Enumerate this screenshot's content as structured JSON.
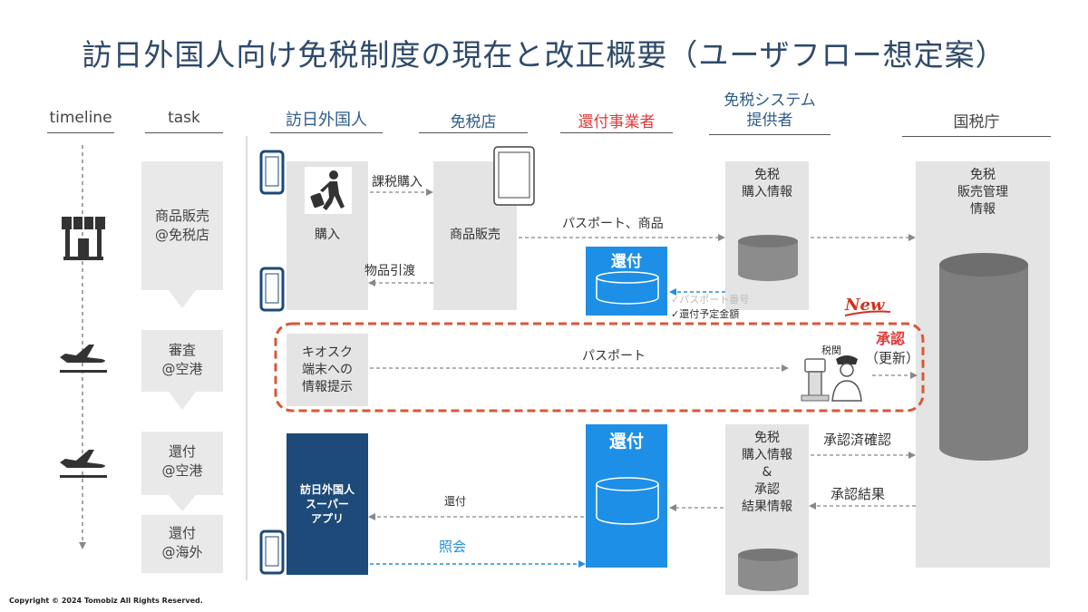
{
  "title": "訪日外国人向け免税制度の現在と改正概要（ユーザフロー想定案）",
  "columns": {
    "timeline": "timeline",
    "task": "task",
    "visitor": "訪日外国人",
    "store": "免税店",
    "refund_operator": "還付事業者",
    "system_provider_line1": "免税システム",
    "system_provider_line2": "提供者",
    "nta": "国税庁"
  },
  "tasks": [
    {
      "line1": "商品販売",
      "line2": "@免税店",
      "icon": "storefront-icon"
    },
    {
      "line1": "審査",
      "line2": "@空港",
      "icon": "airplane-icon"
    },
    {
      "line1": "還付",
      "line2": "@空港",
      "icon": "airplane-icon"
    },
    {
      "line1": "還付",
      "line2": "@海外"
    }
  ],
  "row1": {
    "purchase": "購入",
    "taxable_purchase": "課税購入",
    "goods_delivery": "物品引渡",
    "product_sale": "商品販売",
    "passport_goods": "パスポート、商品",
    "refund": "還付",
    "passport_number": "✓パスポート番号",
    "refund_amount": "✓還付予定金額",
    "sys_info_line1": "免税",
    "sys_info_line2": "購入情報",
    "nta_line1": "免税",
    "nta_line2": "販売管理",
    "nta_line3": "情報"
  },
  "row2": {
    "kiosk_line1": "キオスク",
    "kiosk_line2": "端末への",
    "kiosk_line3": "情報提示",
    "passport": "パスポート",
    "customs": "税関",
    "new_badge": "New",
    "approval": "承認",
    "renewal": "（更新）"
  },
  "row3": {
    "refund": "還付",
    "app_line1": "訪日外国人",
    "app_line2": "スーパー",
    "app_line3": "アプリ",
    "refund_label": "還付",
    "inquiry": "照会",
    "info_line1": "免税",
    "info_line2": "購入情報",
    "info_line3": "&",
    "info_line4": "承認",
    "info_line5": "結果情報",
    "approved_check": "承認済確認",
    "approval_result": "承認結果"
  },
  "footer": "Copyright © 2024 Tomobiz All Rights Reserved.",
  "colors": {
    "title": "#2f4a6a",
    "blue_box": "#1e8fe6",
    "navy_box": "#1d4a78",
    "red": "#e03a3a",
    "new_badge": "#d2321f"
  }
}
